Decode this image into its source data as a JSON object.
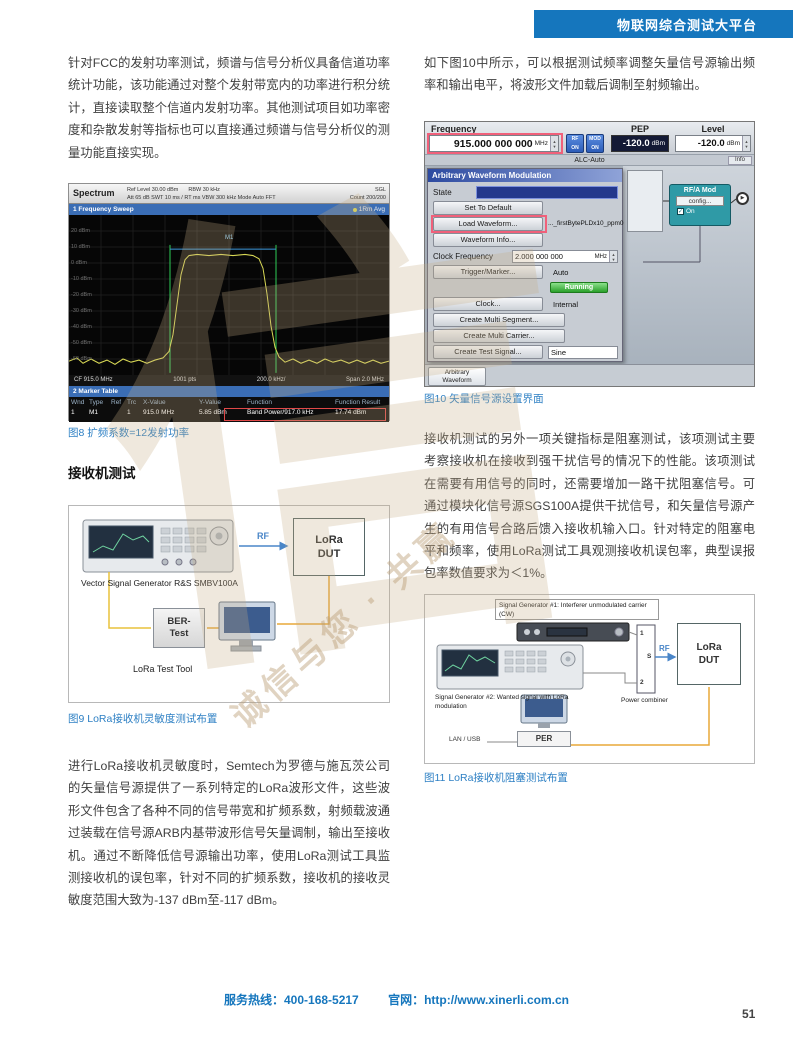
{
  "header": {
    "title": "物联网综合测试大平台"
  },
  "left_column": {
    "para1": "针对FCC的发射功率测试，频谱与信号分析仪具备信道功率统计功能，该功能通过对整个发射带宽内的功率进行积分统计，直接读取整个信道内发射功率。其他测试项目如功率密度和杂散发射等指标也可以直接通过频谱与信号分析仪的测量功能直接实现。",
    "heading_receiver": "接收机测试",
    "para2": "进行LoRa接收机灵敏度时，Semtech为罗德与施瓦茨公司的矢量信号源提供了一系列特定的LoRa波形文件，这些波形文件包含了各种不同的信号带宽和扩频系数，射频载波通过装载在信号源ARB内基带波形信号矢量调制，输出至接收机。通过不断降低信号源输出功率，使用LoRa测试工具监测接收机的误包率，针对不同的扩频系数，接收机的接收灵敏度范围大致为-137 dBm至-117 dBm。",
    "fig8": {
      "caption": "图8 扩频系数=12发射功率",
      "title": "Spectrum",
      "ref_level": "Ref Level 30.00 dBm",
      "rbw": "RBW 30 kHz",
      "settings": "Att  65 dB   SWT 10 ms / RT ms   VBW 300 kHz   Mode Auto FFT",
      "sgl": "SGL",
      "count": "Count 200/200",
      "sweep_title": "1 Frequency Sweep",
      "legend": "1Rm Avg",
      "marker_label": "M1",
      "ylabels": [
        "20 dBm",
        "10 dBm",
        "0 dBm",
        "-10 dBm",
        "-20 dBm",
        "-30 dBm",
        "-40 dBm",
        "-50 dBm",
        "-60 dBm"
      ],
      "axis_cf": "CF 915.0 MHz",
      "axis_pts": "1001 pts",
      "axis_div": "200.0 kHz/",
      "axis_span": "Span 2.0 MHz",
      "marker_table_title": "2 Marker Table",
      "table": {
        "headers": [
          "Wnd",
          "Type",
          "Ref",
          "Trc",
          "X-Value",
          "Y-Value",
          "Function",
          "Function Result"
        ],
        "row": [
          "1",
          "M1",
          "",
          "1",
          "915.0 MHz",
          "5.85 dBm",
          "Band Power/917.0 kHz",
          "17.74 dBm"
        ]
      }
    },
    "fig9": {
      "caption": "图9 LoRa接收机灵敏度测试布置",
      "generator_label": "Vector Signal Generator R&S SMBV100A",
      "rf_label": "RF",
      "dut": [
        "LoRa",
        "DUT"
      ],
      "ber": [
        "BER-",
        "Test"
      ],
      "tool_label": "LoRa Test Tool"
    }
  },
  "right_column": {
    "para1": "如下图10中所示，可以根据测试频率调整矢量信号源输出频率和输出电平，将波形文件加载后调制至射频输出。",
    "para2": "接收机测试的另外一项关键指标是阻塞测试，该项测试主要考察接收机在接收到强干扰信号的情况下的性能。该项测试在需要有用信号的同时，还需要增加一路干扰阻塞信号。可通过模块化信号源SGS100A提供干扰信号，和矢量信号源产生的有用信号合路后馈入接收机输入口。针对特定的阻塞电平和频率，使用LoRa测试工具观测接收机误包率，典型误报包率数值要求为＜1%。",
    "fig10": {
      "caption": "图10 矢量信号源设置界面",
      "freq_label": "Frequency",
      "freq_value": "915.000 000 000",
      "freq_unit": "MHz",
      "rf_chip": [
        "RF",
        "ON"
      ],
      "mod_chip": [
        "MOD",
        "ON"
      ],
      "pep_label": "PEP",
      "pep_value": "-120.0",
      "pep_unit": "dBm",
      "level_label": "Level",
      "level_value": "-120.0",
      "level_unit": "dBm",
      "alc_label": "ALC-Auto",
      "info_label": "Info",
      "dialog_title": "Arbitrary Waveform Modulation",
      "state_label": "State",
      "set_default": "Set To Default",
      "load_waveform": "Load Waveform...",
      "load_value": "..._firstBytePLDx10_ppm0",
      "waveform_info": "Waveform Info...",
      "clock_freq_label": "Clock Frequency",
      "clock_freq_value": "2.000 000 000",
      "clock_freq_unit": "MHz",
      "trigger_marker": "Trigger/Marker...",
      "trigger_value": "Auto",
      "running": "Running",
      "clock": "Clock...",
      "clock_value": "Internal",
      "multi_segment": "Create Multi Segment...",
      "multi_carrier": "Create Multi Carrier...",
      "test_signal": "Create Test Signal...",
      "test_signal_value": "Sine",
      "rfamod_title": "RF/A Mod",
      "rfamod_config": "config...",
      "rfamod_check": "✓",
      "rfamod_on": "On",
      "bottom_tab": [
        "Arbitrary",
        "Waveform"
      ]
    },
    "fig11": {
      "caption": "图11 LoRa接收机阻塞测试布置",
      "gen1_label": "Signal Generator #1: Interferer unmodulated carrier (CW)",
      "gen2_label": "Signal Generator #2: Wanted signal with LoRa modulation",
      "port1": "1",
      "port2": "2",
      "port_s": "S",
      "rf_label": "RF",
      "combiner_label": "Power combiner",
      "dut": [
        "LoRa",
        "DUT"
      ],
      "per_label": "PER",
      "lan_label": "LAN / USB"
    }
  },
  "watermark": {
    "glyph": "信",
    "slogan": "诚信与您 · 共赢"
  },
  "footer": {
    "hotline": "服务热线：400-168-5217",
    "website_label": "官网：",
    "website": "http://www.xinerli.com.cn",
    "page_number": "51"
  }
}
